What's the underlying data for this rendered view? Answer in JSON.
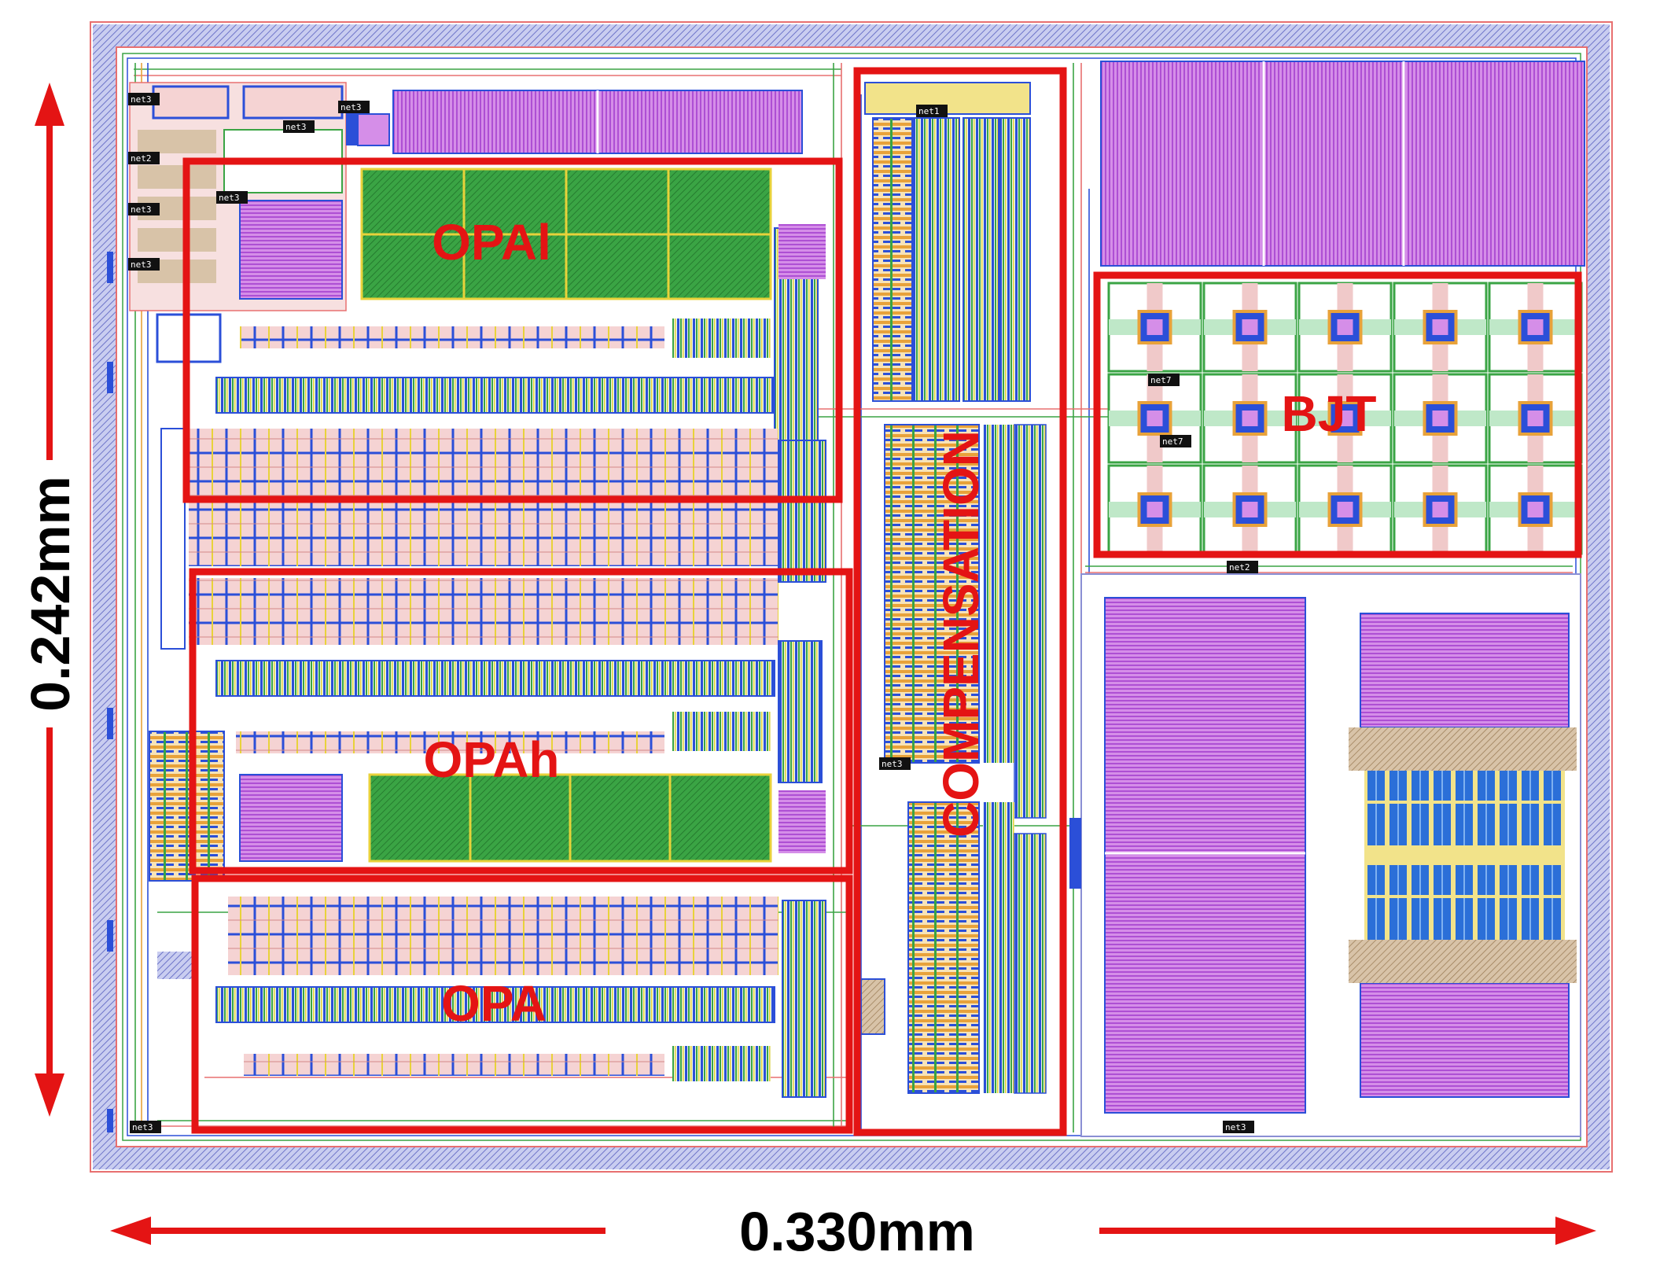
{
  "figure": {
    "dimensions": {
      "height": "0.242mm",
      "width": "0.330mm"
    },
    "blocks": [
      {
        "id": "opal",
        "label": "OPAl"
      },
      {
        "id": "opah",
        "label": "OPAh"
      },
      {
        "id": "opa",
        "label": "OPA"
      },
      {
        "id": "compensation",
        "label": "COMPENSATION"
      },
      {
        "id": "bjt",
        "label": "BJT"
      }
    ],
    "net_labels": [
      "net3",
      "net2",
      "net3",
      "net3",
      "net3",
      "net3",
      "net3",
      "net7",
      "net7",
      "net2",
      "net1",
      "net3",
      "net3",
      "net3"
    ],
    "colors": {
      "highlight": "#e41414",
      "pad_ring": "#8a8fd4",
      "metal_magenta": "#b452d8",
      "poly_green": "#2f9a3a",
      "diffusion_pink": "#f2c9c9",
      "metal_blue": "#2b4fd8",
      "metal_yellow": "#e8d23a"
    }
  }
}
